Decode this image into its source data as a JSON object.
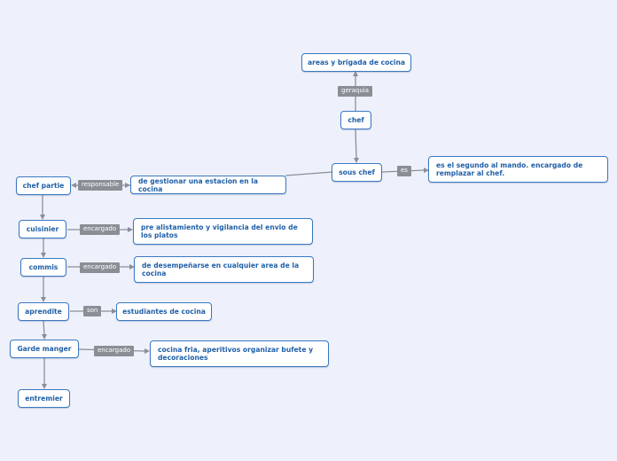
{
  "nodes": {
    "areas": "areas y brigada de cocina",
    "chef": "chef",
    "sous_chef": "sous chef",
    "segundo": "es el segundo al mando. encargado de remplazar al chef.",
    "gestionar": "de gestionar una estacion en la cocina",
    "chef_partie": "chef partie",
    "cuisinier": "cuisinier",
    "pre": "pre alistamiento y vigilancia del envio de los platos",
    "commis": "commis",
    "desempenarse": "de desempeñarse en cualquier area de la cocina",
    "aprendite": "aprendite",
    "estudiantes": "estudiantes de cocina",
    "garde": "Garde manger",
    "cocina_fria": "cocina fria, aperitivos organizar bufete y decoraciones",
    "entremier": "entremier"
  },
  "labels": {
    "jeraquia": "geraquia",
    "es": "es",
    "responsable": "responsable",
    "encargado_cuisinier": "encargado",
    "encargado_commis": "encargado",
    "son": "son",
    "encargado_garde": "encargado"
  },
  "colors": {
    "background": "#eef1fb",
    "node_border": "#3a78c0",
    "node_text": "#1f5fa8",
    "connector": "#8a8f96"
  }
}
